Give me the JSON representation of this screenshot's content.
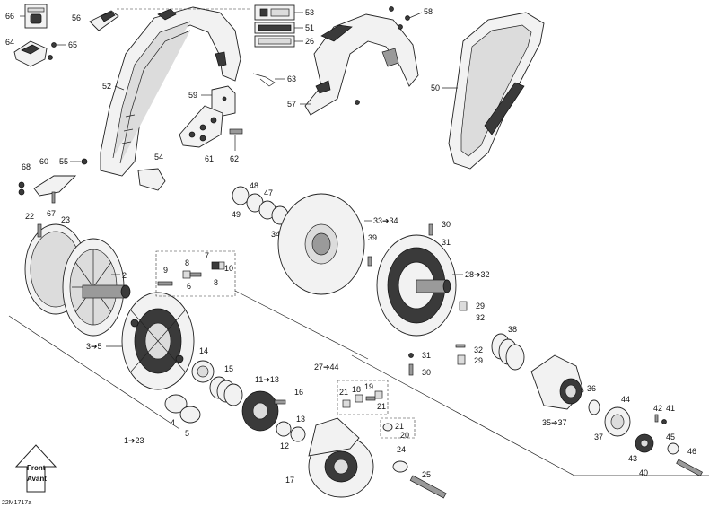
{
  "drawing_id": "22M1717a",
  "front_badge": [
    "Front",
    "Avant"
  ],
  "callouts": {
    "c1": "1➔23",
    "c2": "2",
    "c3": "3➔5",
    "c4": "4",
    "c5": "5",
    "c6": "6",
    "c7": "7",
    "c8a": "8",
    "c8b": "8",
    "c9": "9",
    "c10": "10",
    "c11": "11➔13",
    "c12": "12",
    "c13": "13",
    "c14": "14",
    "c15": "15",
    "c16": "16",
    "c17": "17",
    "c18": "18",
    "c19": "19",
    "c20": "20",
    "c21a": "21",
    "c21b": "21",
    "c21c": "21",
    "c22": "22",
    "c23": "23",
    "c24": "24",
    "c25": "25",
    "c26": "26",
    "c27": "27➔44",
    "c28": "28➔32",
    "c29a": "29",
    "c29b": "29",
    "c30a": "30",
    "c30b": "30",
    "c31a": "31",
    "c31b": "31",
    "c32a": "32",
    "c32b": "32",
    "c33": "33➔34",
    "c34": "34",
    "c35": "35➔37",
    "c36": "36",
    "c37": "37",
    "c38": "38",
    "c39": "39",
    "c40": "40",
    "c41": "41",
    "c42": "42",
    "c43": "43",
    "c44": "44",
    "c45": "45",
    "c46": "46",
    "c47": "47",
    "c48": "48",
    "c49": "49",
    "c50": "50",
    "c51": "51",
    "c52": "52",
    "c53": "53",
    "c54": "54",
    "c55": "55",
    "c56": "56",
    "c57": "57",
    "c58": "58",
    "c59": "59",
    "c60": "60",
    "c61": "61",
    "c62": "62",
    "c63": "63",
    "c64": "64",
    "c65": "65",
    "c66": "66",
    "c67": "67",
    "c68": "68"
  }
}
